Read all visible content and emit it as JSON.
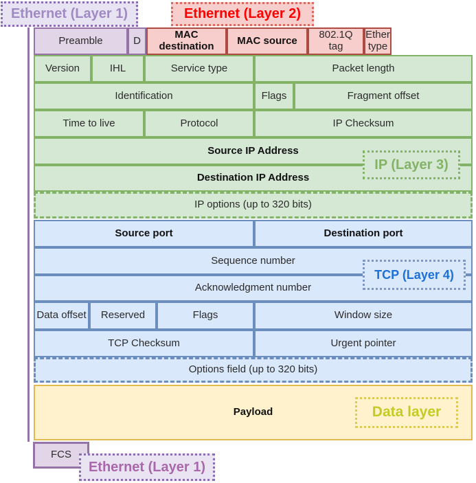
{
  "colors": {
    "ethernet_purple_fill": "#e1d5e7",
    "ethernet_purple_stroke": "#9673a6",
    "ethernet_red_fill": "#f8cecc",
    "ethernet_red_stroke": "#ad4a42",
    "ip_green_fill": "#d5e8d4",
    "ip_green_stroke": "#82b366",
    "tcp_blue_fill": "#dae8fc",
    "tcp_blue_stroke": "#6c8ebf",
    "payload_yellow_fill": "#fff2cc",
    "payload_yellow_stroke": "#e2b94f",
    "layer1_top_label_text": "#a08ac2",
    "layer2_label_text": "#ff0000",
    "layer3_label_text": "#82b366",
    "layer4_label_text": "#1d70d6",
    "data_layer_label_text": "#c2cc25",
    "layer1_bottom_label_text": "#a868ab"
  },
  "layer_labels": {
    "ethernet_layer1_top": "Ethernet (Layer 1)",
    "ethernet_layer2": "Ethernet (Layer 2)",
    "ip_layer3": "IP (Layer 3)",
    "tcp_layer4": "TCP (Layer 4)",
    "data_layer": "Data layer",
    "ethernet_layer1_bottom": "Ethernet (Layer 1)"
  },
  "ethernet_header": {
    "preamble": "Preamble",
    "delimiter": "D",
    "mac_destination": "MAC destination",
    "mac_source": "MAC source",
    "dot1q_tag": "802.1Q tag",
    "ether_type": "Ether type",
    "fcs": "FCS"
  },
  "ip_header": {
    "version": "Version",
    "ihl": "IHL",
    "service_type": "Service type",
    "packet_length": "Packet length",
    "identification": "Identification",
    "flags": "Flags",
    "fragment_offset": "Fragment offset",
    "time_to_live": "Time to live",
    "protocol": "Protocol",
    "ip_checksum": "IP Checksum",
    "source_ip": "Source IP Address",
    "destination_ip": "Destination IP Address",
    "ip_options": "IP options (up to 320 bits)"
  },
  "tcp_header": {
    "source_port": "Source port",
    "destination_port": "Destination port",
    "sequence_number": "Sequence number",
    "acknowledgment_number": "Acknowledgment number",
    "data_offset": "Data offset",
    "reserved": "Reserved",
    "flags": "Flags",
    "window_size": "Window size",
    "tcp_checksum": "TCP Checksum",
    "urgent_pointer": "Urgent pointer",
    "options_field": "Options field (up to 320 bits)"
  },
  "data_section": {
    "payload": "Payload"
  }
}
